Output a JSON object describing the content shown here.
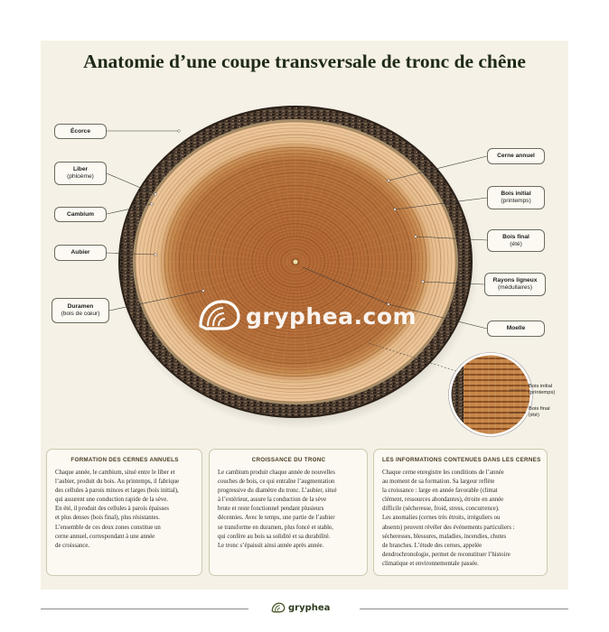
{
  "title": "Anatomie d’une coupe transversale de tronc de chêne",
  "labels_left": {
    "ecorce": "Écorce",
    "liber": [
      "Liber",
      "(phloème)"
    ],
    "cambium": "Cambium",
    "aubier": "Aubier",
    "duramen": [
      "Duramen",
      "(bois de cœur)"
    ]
  },
  "labels_right": {
    "cerne": "Cerne annuel",
    "bois_initial": [
      "Bois initial",
      "(printemps)"
    ],
    "bois_final": [
      "Bois final",
      "(été)"
    ],
    "rayons": [
      "Rayons ligneux",
      "(médullaires)"
    ],
    "moelle": "Moelle"
  },
  "zoom": {
    "initial": [
      "Bois initial",
      "(printemps)"
    ],
    "final": [
      "Bois final",
      "(été)"
    ]
  },
  "watermark": "gryphea.com",
  "cards": [
    {
      "title": "FORMATION DES CERNES ANNUELS",
      "lines": [
        "Chaque année, le cambium, situé entre le liber et",
        "l’aubier, produit du bois. Au printemps, il fabrique",
        "des cellules à parois minces et larges (bois initial),",
        "qui assurent une conduction rapide de la sève.",
        "En été, il produit des cellules à parois épaisses",
        "et plus denses (bois final), plus résistantes.",
        "L’ensemble de ces deux zones constitue un",
        "cerne annuel, correspondant à une année",
        "de croissance."
      ]
    },
    {
      "title": "CROISSANCE DU TRONC",
      "lines": [
        "Le cambium produit chaque année de nouvelles",
        "couches de bois, ce qui entraîne l’augmentation",
        "progressive du diamètre du tronc. L’aubier, situé",
        "à l’extérieur, assure la conduction de la sève",
        "brute et reste fonctionnel pendant plusieurs",
        "décennies. Avec le temps, une partie de l’aubier",
        "se transforme en duramen, plus foncé et stable,",
        "qui confère au bois sa solidité et sa durabilité.",
        "Le tronc s’épaissit ainsi année après année."
      ]
    },
    {
      "title": "LES INFORMATIONS CONTENUES DANS LES CERNES",
      "lines": [
        "Chaque cerne enregistre les conditions de l’année",
        "au moment de sa formation. Sa largeur reflète",
        "la croissance : large en année favorable (climat",
        "clément, ressources abondantes), étroite en année",
        "difficile (sécheresse, froid, stress, concurrence).",
        "Les anomalies (cernes très étroits, irréguliers ou",
        "absents) peuvent révéler des événements particuliers :",
        "sécheresses, blessures, maladies, incendies, chutes",
        "de branches. L’étude des cernes, appelée",
        "dendrochronologie, permet de reconstituer l’histoire",
        "climatique et environnementale passée."
      ]
    }
  ],
  "footer": {
    "brand": "gryphea"
  },
  "colors": {
    "bark": "#4a3b2e",
    "sapwood": "#e2b27f",
    "heartwood": "#b36a33",
    "panel": "#f5f1e6",
    "title": "#1f2a17"
  }
}
